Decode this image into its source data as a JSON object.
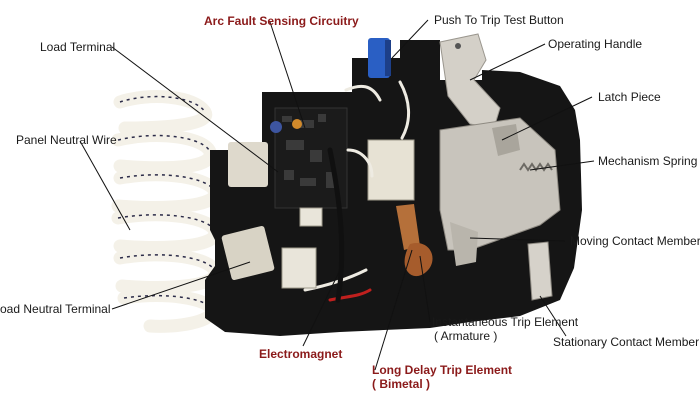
{
  "labels": {
    "arc_fault": "Arc Fault Sensing Circuitry",
    "push_to_trip": "Push To Trip Test Button",
    "load_terminal": "Load Terminal",
    "operating_handle": "Operating Handle",
    "latch_piece": "Latch  Piece",
    "panel_neutral": "Panel Neutral Wire",
    "mechanism_spring": "Mechanism Spring",
    "moving_contact": "Moving Contact Member",
    "load_neutral": "oad Neutral Terminal",
    "instantaneous_line1": "Instantaneous Trip Element",
    "instantaneous_line2": "( Armature )",
    "stationary_contact": "Stationary Contact Member",
    "electromagnet": "Electromagnet",
    "long_delay_line1": "Long Delay Trip Element",
    "long_delay_line2": "( Bimetal )"
  },
  "colors": {
    "highlight_label": "#8b1a1a",
    "label": "#1a1a1a",
    "housing": "#151515",
    "mechanism": "#c8c4bc",
    "wire": "#f4f1e8",
    "test_button": "#2a5fc4",
    "circuit_board": "#1b1b1b",
    "bimetal": "#b5703a",
    "red_wire": "#c0201e"
  }
}
